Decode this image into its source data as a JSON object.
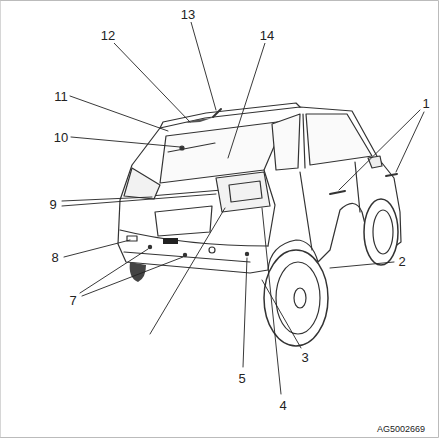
{
  "diagram": {
    "labels": [
      "1",
      "2",
      "3",
      "4",
      "5",
      "7",
      "8",
      "9",
      "10",
      "11",
      "12",
      "13",
      "14",
      "AG5002669"
    ]
  }
}
